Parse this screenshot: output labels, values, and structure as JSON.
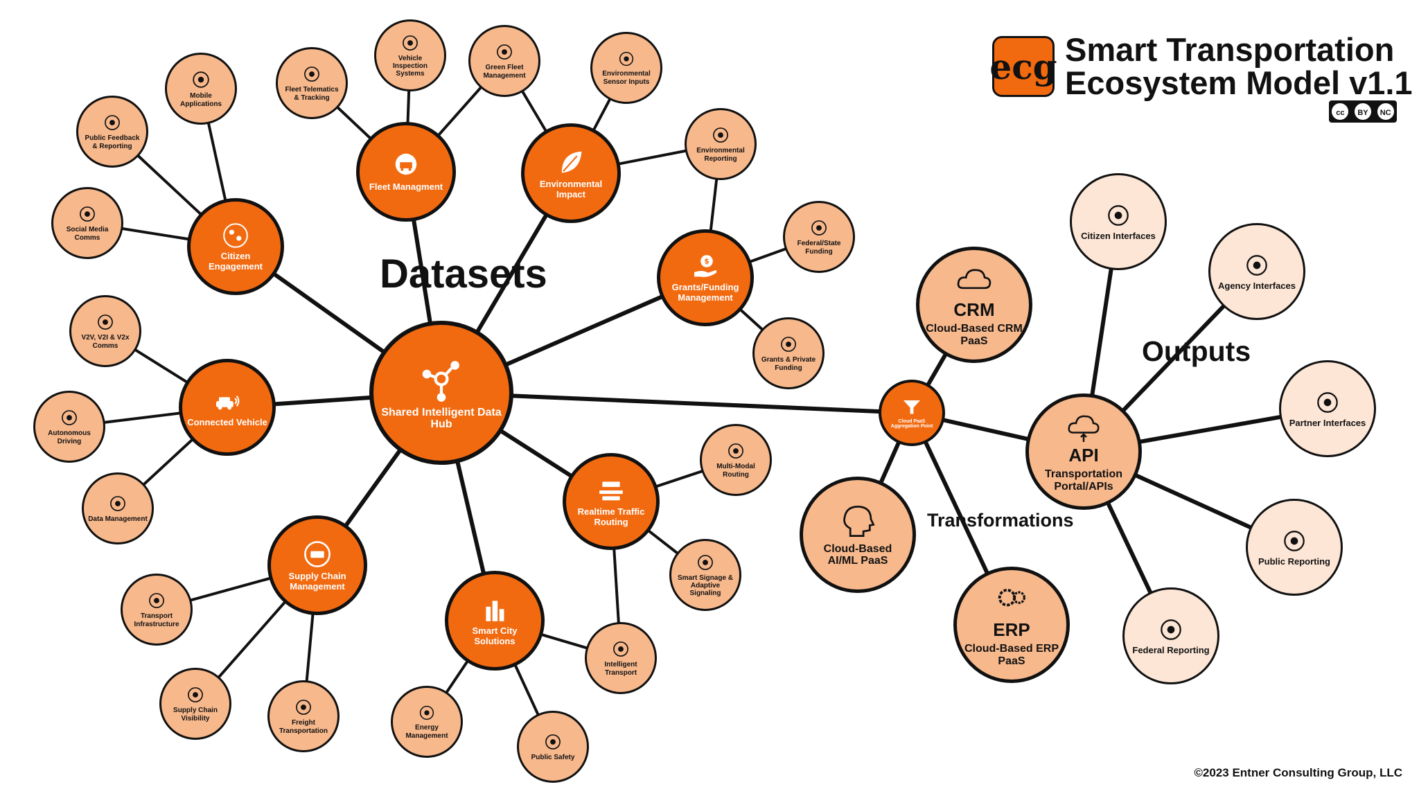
{
  "header": {
    "title_line1": "Smart Transportation",
    "title_line2": "Ecosystem Model v1.1",
    "logo_text": "ecg",
    "license_text": [
      "cc",
      "BY",
      "NC"
    ]
  },
  "sections": {
    "datasets": "Datasets",
    "transformations": "Transformations",
    "outputs": "Outputs"
  },
  "colors": {
    "accent": "#f26a10",
    "light": "#f7b88c",
    "pale": "#fde6d6",
    "line": "#111111"
  },
  "nodes": {
    "hub": {
      "label": "Shared Intelligent Data Hub",
      "icon": "network-icon"
    },
    "fleet": {
      "label": "Fleet Managment",
      "icon": "truck-icon"
    },
    "environmental": {
      "label": "Environmental Impact",
      "icon": "leaf-icon"
    },
    "grants": {
      "label": "Grants/Funding Management",
      "icon": "hand-dollar-icon"
    },
    "citizen": {
      "label": "Citizen Engagement",
      "icon": "people-icon"
    },
    "connected": {
      "label": "Connected Vehicle",
      "icon": "car-signal-icon"
    },
    "supply": {
      "label": "Supply Chain Management",
      "icon": "van-cycle-icon"
    },
    "smartcity": {
      "label": "Smart City Solutions",
      "icon": "city-icon"
    },
    "realtime": {
      "label": "Realtime Traffic Routing",
      "icon": "traffic-icon"
    },
    "fleet_telematics": {
      "label": "Fleet Telematics & Tracking",
      "icon": "truck-pin-icon"
    },
    "vehicle_inspection": {
      "label": "Vehicle Inspection Systems",
      "icon": "truck-gauge-icon"
    },
    "green_fleet": {
      "label": "Green Fleet Management",
      "icon": "eco-car-icon"
    },
    "env_sensor": {
      "label": "Environmental Sensor Inputs",
      "icon": "co2-cloud-icon"
    },
    "env_reporting": {
      "label": "Environmental Reporting",
      "icon": "co2-badge-icon"
    },
    "federal_funding": {
      "label": "Federal/State Funding",
      "icon": "eagle-seal-icon"
    },
    "private_funding": {
      "label": "Grants & Private Funding",
      "icon": "lab-building-icon"
    },
    "mobile_apps": {
      "label": "Mobile Applications",
      "icon": "phone-icon"
    },
    "public_feedback": {
      "label": "Public Feedback & Reporting",
      "icon": "person-chat-icon"
    },
    "social_media": {
      "label": "Social Media Comms",
      "icon": "social-icon"
    },
    "v2x": {
      "label": "V2V, V2I & V2x Comms",
      "icon": "v2x-icon"
    },
    "autonomous": {
      "label": "Autonomous Driving",
      "icon": "car-wifi-icon"
    },
    "data_mgmt": {
      "label": "Data Management",
      "icon": "car-lock-icon"
    },
    "transport_infra": {
      "label": "Transport Infrastructure",
      "icon": "road-icon"
    },
    "supply_visibility": {
      "label": "Supply Chain Visibility",
      "icon": "map-chart-icon"
    },
    "freight": {
      "label": "Freight Transportation",
      "icon": "freight-truck-icon"
    },
    "energy": {
      "label": "Energy Management",
      "icon": "bulb-icon"
    },
    "public_safety": {
      "label": "Public Safety",
      "icon": "hands-people-icon"
    },
    "intelligent_transport": {
      "label": "Intelligent Transport",
      "icon": "car-pins-icon"
    },
    "smart_signage": {
      "label": "Smart Signage & Adaptive Signaling",
      "icon": "traffic-light-icon"
    },
    "multimodal": {
      "label": "Multi-Modal Routing",
      "icon": "multimodal-icon"
    },
    "aggregation": {
      "label": "Cloud PaaS Aggregation Point",
      "icon": "funnel-icon"
    },
    "crm": {
      "label": "Cloud-Based CRM PaaS",
      "icon": "crm-cloud-icon",
      "badge": "CRM"
    },
    "aiml": {
      "label": "Cloud-Based AI/ML PaaS",
      "icon": "brain-head-icon"
    },
    "erp": {
      "label": "Cloud-Based ERP PaaS",
      "icon": "gears-icon",
      "badge": "ERP"
    },
    "portal": {
      "label": "Transportation Portal/APIs",
      "icon": "api-cloud-icon",
      "badge": "API"
    },
    "citizen_interfaces": {
      "label": "Citizen Interfaces",
      "icon": "touch-screen-icon"
    },
    "agency_interfaces": {
      "label": "Agency Interfaces",
      "icon": "building-people-icon"
    },
    "partner_interfaces": {
      "label": "Partner Interfaces",
      "icon": "handshake-icon"
    },
    "public_reporting": {
      "label": "Public Reporting",
      "icon": "report-chart-icon"
    },
    "federal_reporting": {
      "label": "Federal Reporting",
      "icon": "capitol-icon"
    }
  },
  "footer": {
    "copyright": "©2023 Entner Consulting Group, LLC"
  }
}
